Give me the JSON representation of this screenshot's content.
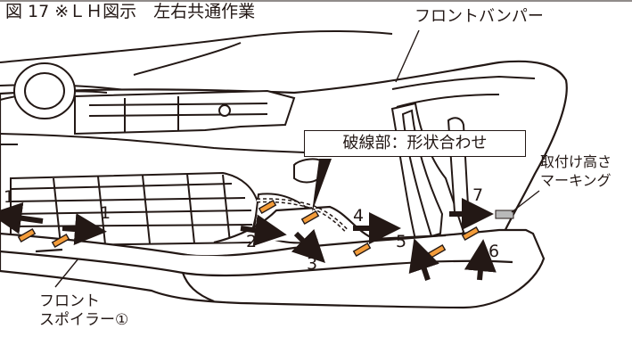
{
  "figure": {
    "title": "図 17 ※ＬＨ図示　左右共通作業",
    "labels": {
      "front_bumper": "フロントバンパー",
      "dashed_part": "破線部：形状合わせ",
      "marking_line1": "取付け高さ",
      "marking_line2": "マーキング",
      "front_spoiler_line1": "フロント",
      "front_spoiler_line2": "スポイラー①"
    },
    "steps": [
      "1",
      "1",
      "2",
      "3",
      "4",
      "5",
      "6",
      "7"
    ]
  },
  "colors": {
    "line": "#231815",
    "fill": "#ffffff",
    "tape": "#f39c3a",
    "marking": "#b9b9b9"
  }
}
